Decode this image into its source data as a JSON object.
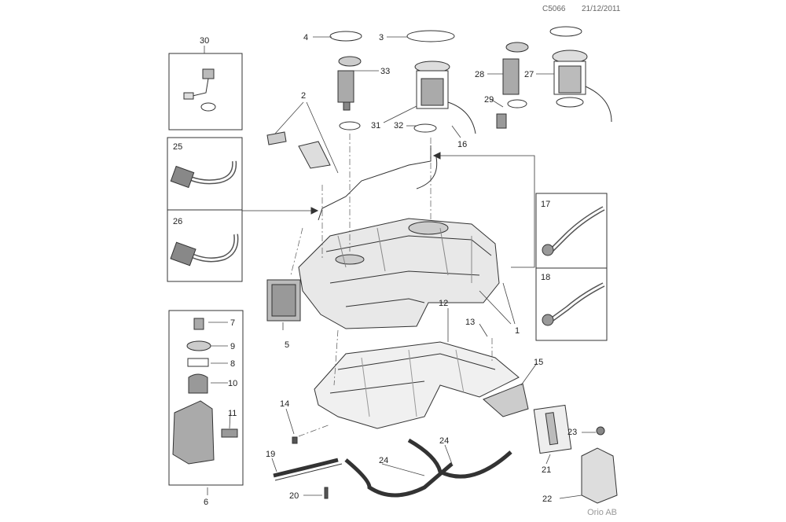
{
  "header": {
    "doc_code": "C5066",
    "date": "21/12/2011"
  },
  "footer": {
    "publisher": "Orio AB"
  },
  "callouts": [
    "1",
    "2",
    "3",
    "4",
    "5",
    "6",
    "7",
    "8",
    "9",
    "10",
    "11",
    "12",
    "13",
    "14",
    "15",
    "16",
    "17",
    "18",
    "19",
    "20",
    "21",
    "22",
    "23",
    "24",
    "24",
    "25",
    "26",
    "27",
    "28",
    "29",
    "30",
    "31",
    "32",
    "33"
  ],
  "colors": {
    "line": "#333333",
    "shade": "#cfcfcf",
    "dark": "#555555"
  }
}
